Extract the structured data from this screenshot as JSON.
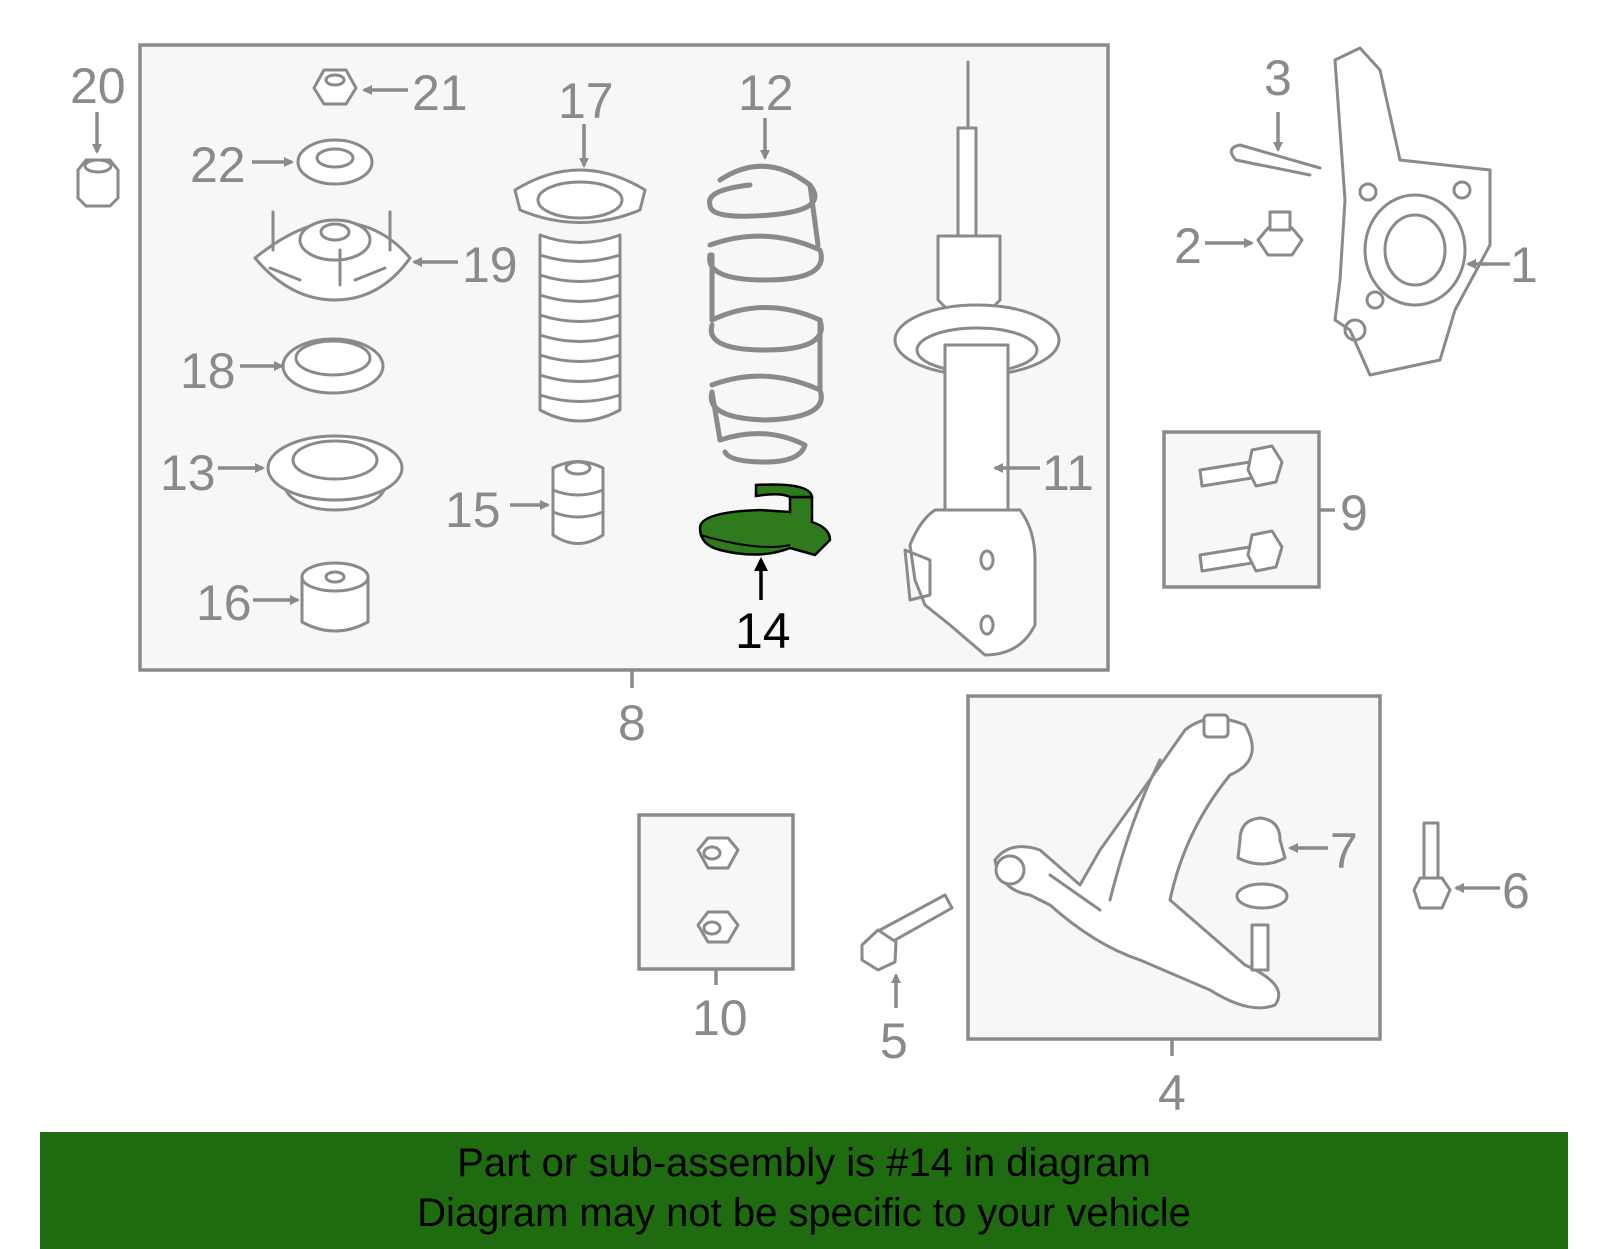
{
  "labels": {
    "p1": "1",
    "p2": "2",
    "p3": "3",
    "p4": "4",
    "p5": "5",
    "p6": "6",
    "p7": "7",
    "p8": "8",
    "p9": "9",
    "p10": "10",
    "p11": "11",
    "p12": "12",
    "p13": "13",
    "p14": "14",
    "p15": "15",
    "p16": "16",
    "p17": "17",
    "p18": "18",
    "p19": "19",
    "p20": "20",
    "p21": "21",
    "p22": "22"
  },
  "highlight": {
    "part": "14",
    "color": "#1e6b10"
  },
  "banner": {
    "line1": "Part or sub-assembly is #14 in diagram",
    "line2": "Diagram may not be specific to your vehicle",
    "background": "#1e6b10"
  }
}
